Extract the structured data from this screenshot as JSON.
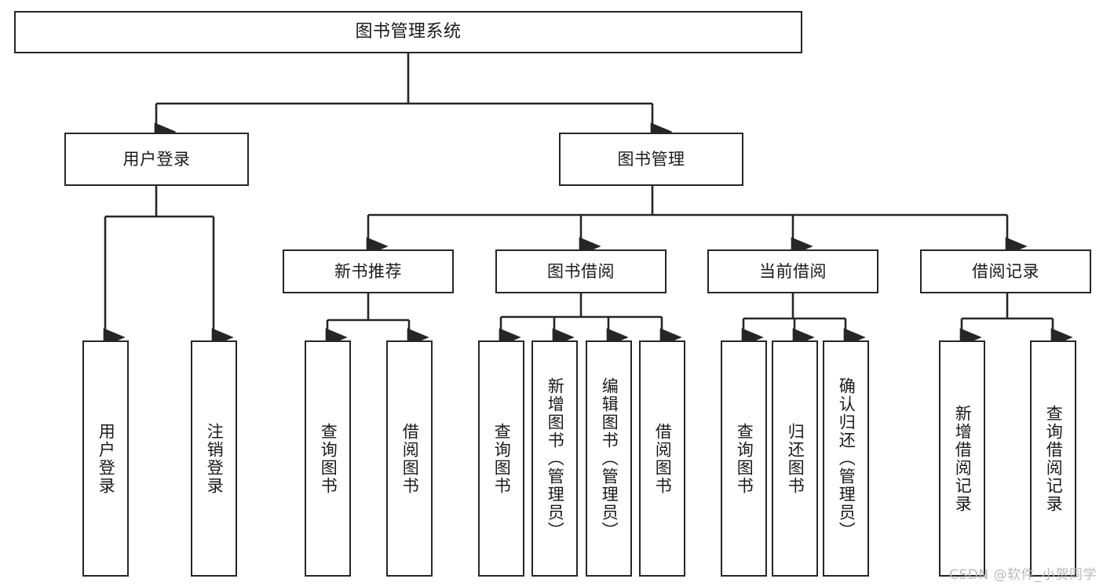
{
  "diagram": {
    "title": "图书管理系统",
    "type": "tree-hierarchy",
    "watermark": "CSDN @软件_小贺同学",
    "colors": {
      "stroke": "#262626",
      "fill": "#ffffff",
      "text": "#1a1a1a",
      "watermark": "#b9b9b9"
    },
    "nodes": {
      "root": {
        "label": "图书管理系统"
      },
      "level1": [
        {
          "id": "user-login",
          "label": "用户登录"
        },
        {
          "id": "book-manage",
          "label": "图书管理"
        }
      ],
      "level2": [
        {
          "id": "new-book-recommend",
          "label": "新书推荐"
        },
        {
          "id": "book-borrow",
          "label": "图书借阅"
        },
        {
          "id": "current-borrow",
          "label": "当前借阅"
        },
        {
          "id": "borrow-record",
          "label": "借阅记录"
        }
      ],
      "leaves": {
        "user-login": [
          {
            "id": "leaf-user-login",
            "label": "用户登录"
          },
          {
            "id": "leaf-user-logout",
            "label": "注销登录"
          }
        ],
        "new-book-recommend": [
          {
            "id": "leaf-query-book-1",
            "label": "查询图书"
          },
          {
            "id": "leaf-borrow-book-1",
            "label": "借阅图书"
          }
        ],
        "book-borrow": [
          {
            "id": "leaf-query-book-2",
            "label": "查询图书"
          },
          {
            "id": "leaf-add-book",
            "label": "新增图书（管理员）"
          },
          {
            "id": "leaf-edit-book",
            "label": "编辑图书（管理员）"
          },
          {
            "id": "leaf-borrow-book-2",
            "label": "借阅图书"
          }
        ],
        "current-borrow": [
          {
            "id": "leaf-query-book-3",
            "label": "查询图书"
          },
          {
            "id": "leaf-return-book",
            "label": "归还图书"
          },
          {
            "id": "leaf-confirm-return",
            "label": "确认归还（管理员）"
          }
        ],
        "borrow-record": [
          {
            "id": "leaf-add-record",
            "label": "新增借阅记录"
          },
          {
            "id": "leaf-query-record",
            "label": "查询借阅记录"
          }
        ]
      }
    }
  }
}
